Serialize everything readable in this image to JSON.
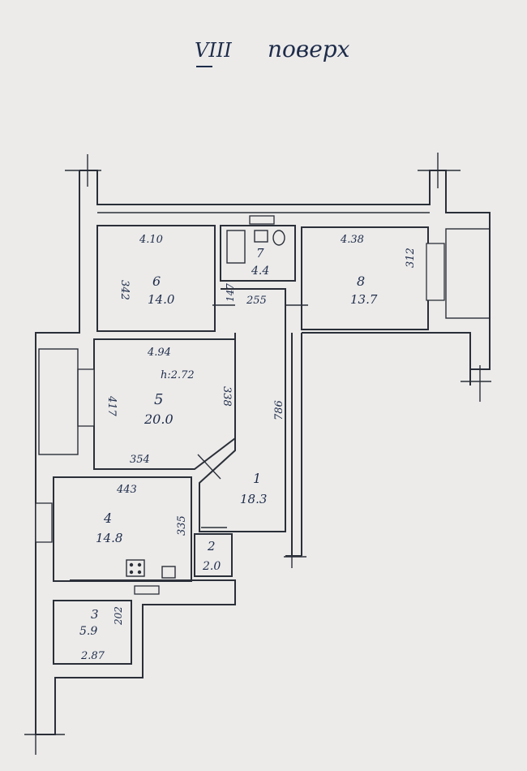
{
  "floor_title": {
    "roman": "VIII",
    "word": "поверх"
  },
  "rooms": [
    {
      "number": "6",
      "area": "14.0",
      "top_dim": "4.10",
      "side_dim": "342"
    },
    {
      "number": "7",
      "area": "4.4"
    },
    {
      "number": "8",
      "area": "13.7",
      "top_dim": "4.38",
      "side_dim": "312"
    },
    {
      "number": "5",
      "area": "20.0",
      "top_dim": "4.94",
      "height": "h:2.72",
      "side_dim": "417",
      "right_dim": "338",
      "bottom_dim": "354"
    },
    {
      "number": "1",
      "area": "18.3",
      "dim_a": "147",
      "dim_b": "255",
      "side_dim": "786"
    },
    {
      "number": "4",
      "area": "14.8",
      "top_dim": "443",
      "side_dim": "335"
    },
    {
      "number": "2",
      "area": "2.0"
    },
    {
      "number": "3",
      "area": "5.9",
      "bottom_dim": "2.87",
      "side_dim": "202"
    }
  ]
}
